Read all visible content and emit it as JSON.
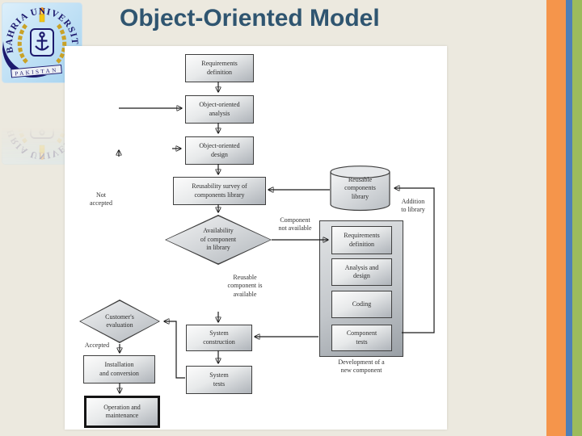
{
  "slide": {
    "title": "Object-Oriented Model"
  },
  "logo": {
    "arc_text": "BAHRIA UNIVERSITY",
    "ribbon_text": "PAKISTAN"
  },
  "colors": {
    "background": "#ECE9DF",
    "panel": "#FFFFFF",
    "title_text": "#2F5570",
    "stripe_orange": "#F5954B",
    "stripe_blue": "#4E7FB7",
    "stripe_green": "#9CBB5C",
    "connector_line": "#1A1A1A",
    "logo_navy": "#1D1A6E"
  },
  "diagram": {
    "boxes": {
      "requirements_definition": "Requirements\ndefinition",
      "oo_analysis": "Object-oriented\nanalysis",
      "oo_design": "Object-oriented\ndesign",
      "reusability_survey": "Reusability survey of\ncomponents library",
      "availability_decision": "Availability\nof component\nin library",
      "components_library": "Reusable\ncomponents\nlibrary",
      "new_requirements_definition": "Requirements\ndefinition",
      "analysis_and_design": "Analysis and\ndesign",
      "coding": "Coding",
      "component_tests": "Component\ntests",
      "system_construction": "System\nconstruction",
      "system_tests": "System\ntests",
      "customer_evaluation": "Customer's\nevaluation",
      "installation": "Installation\nand conversion",
      "operation": "Operation and\nmaintenance"
    },
    "labels": {
      "not_accepted": "Not\naccepted",
      "accepted": "Accepted",
      "component_not_available": "Component\nnot available",
      "reusable_available": "Reusable\ncomponent is\navailable",
      "addition_to_library": "Addition\nto library",
      "development_new_component": "Development of a\nnew component"
    }
  }
}
